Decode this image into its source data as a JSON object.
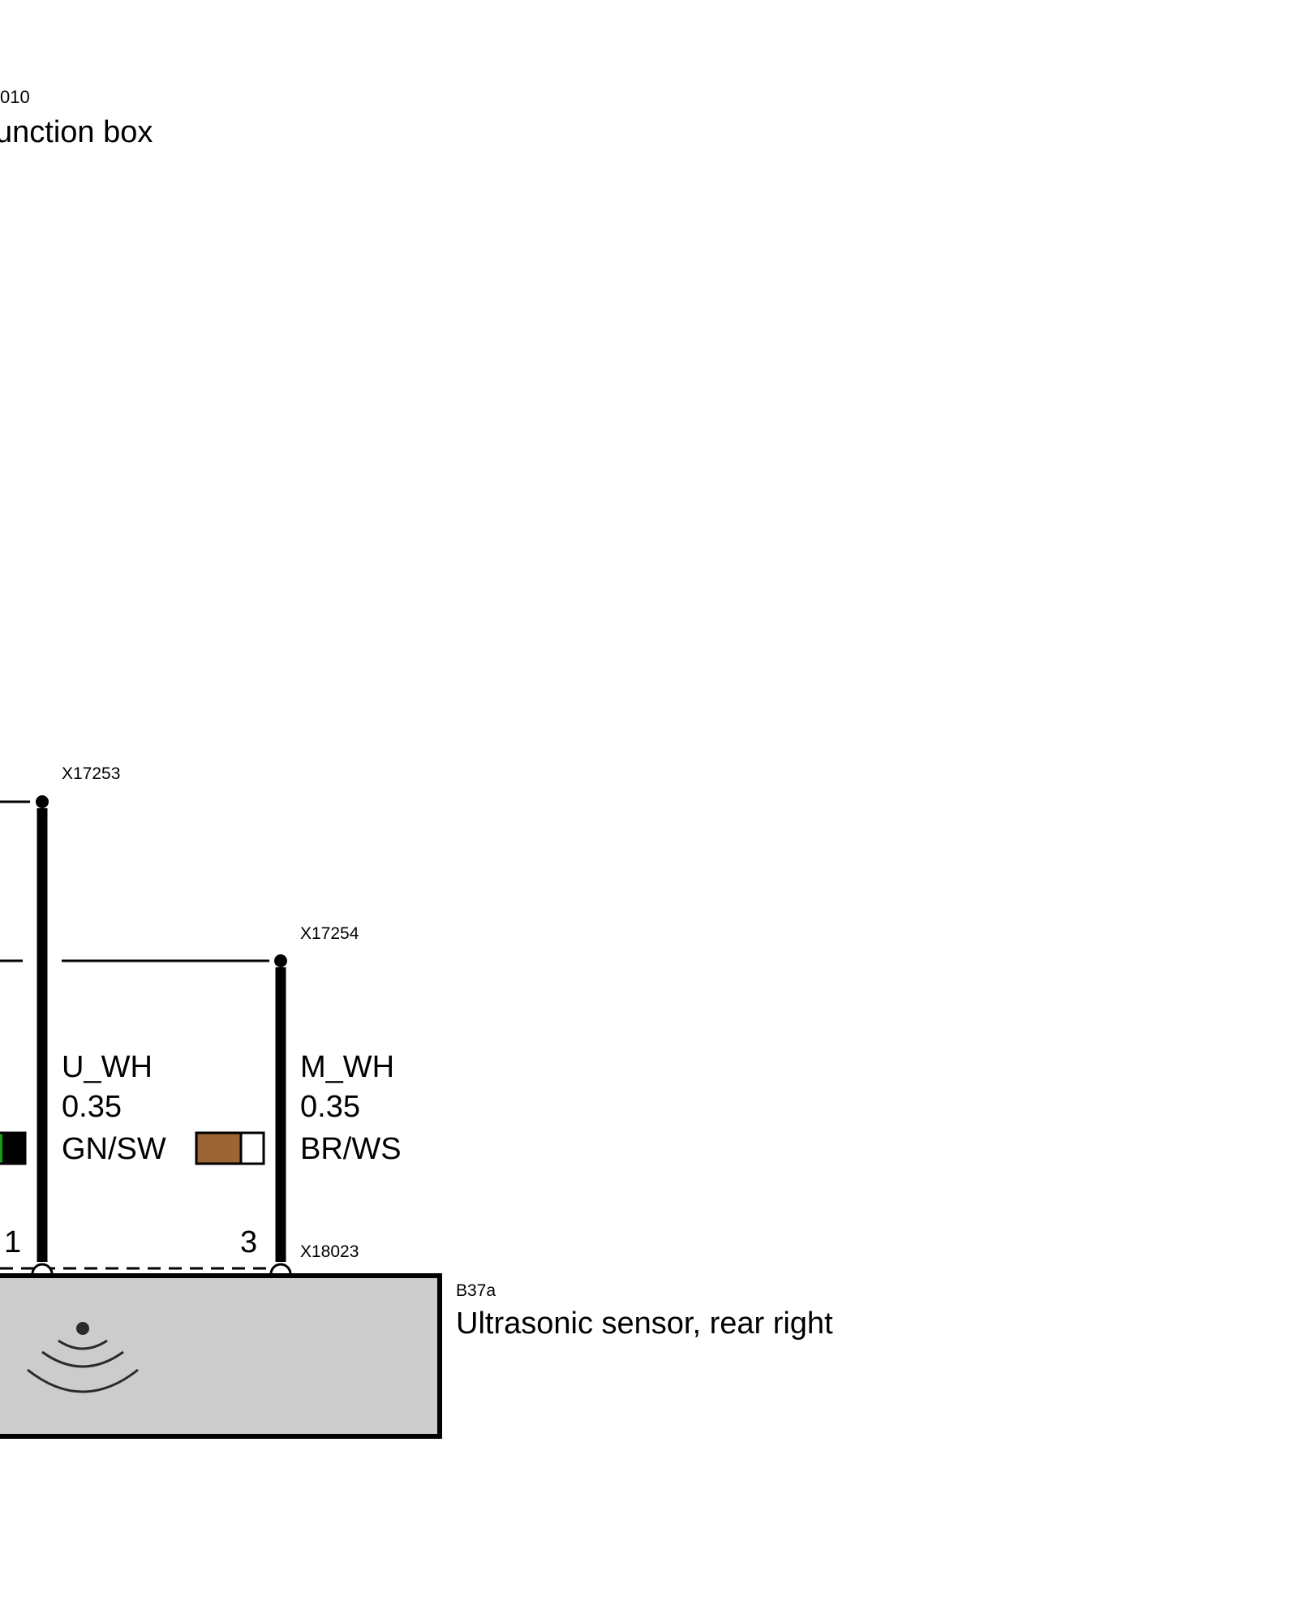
{
  "top_component": {
    "id_fragment": "010",
    "name_fragment": "unction box"
  },
  "connectors": {
    "left_top": "X17253",
    "right_top": "X17254",
    "bottom": "X18023"
  },
  "wires": [
    {
      "signal": "U_WH",
      "gauge": "0.35",
      "color_code": "GN/SW",
      "pin": "1",
      "swatch": [
        "#1a9a1a",
        "#000000"
      ]
    },
    {
      "signal": "M_WH",
      "gauge": "0.35",
      "color_code": "BR/WS",
      "pin": "3",
      "swatch": [
        "#9b6536",
        "#ffffff"
      ]
    }
  ],
  "sensor": {
    "id": "B37a",
    "name": "Ultrasonic sensor, rear right",
    "fill": "#cccccc",
    "icon": "ultrasonic-waves-icon"
  },
  "colors": {
    "wire": "#000000",
    "background": "#ffffff"
  }
}
